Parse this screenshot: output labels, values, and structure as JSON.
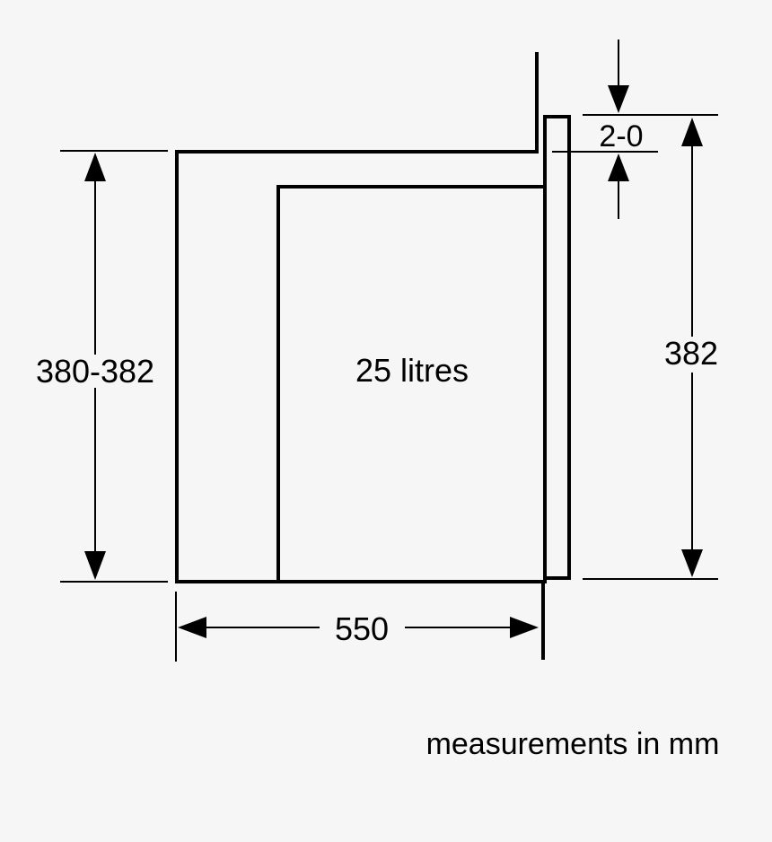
{
  "diagram": {
    "type": "technical-dimension-drawing",
    "background": "#f6f6f6",
    "stroke_color": "#000000",
    "labels": {
      "left_height": "380-382",
      "volume": "25 litres",
      "right_height": "382",
      "top_gap": "2-0",
      "width": "550",
      "units_note": "measurements in mm"
    }
  }
}
